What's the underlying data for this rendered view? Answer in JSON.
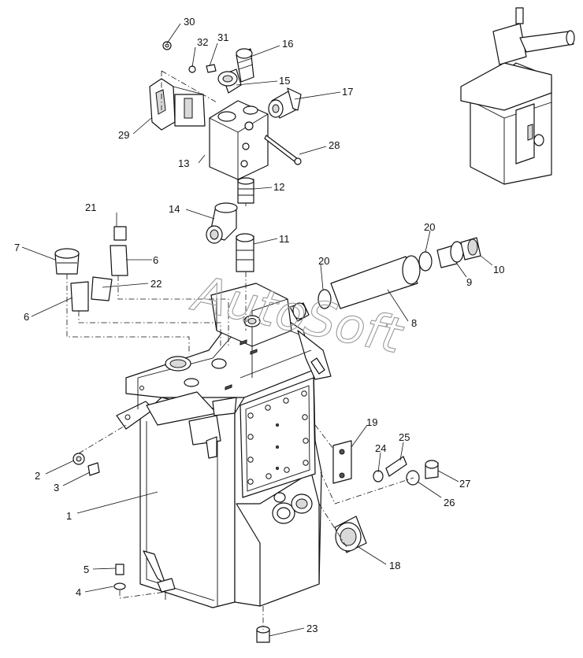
{
  "watermark": "AutoSoft",
  "callouts": [
    {
      "id": "c1",
      "text": "1"
    },
    {
      "id": "c2",
      "text": "2"
    },
    {
      "id": "c3",
      "text": "3"
    },
    {
      "id": "c4",
      "text": "4"
    },
    {
      "id": "c5",
      "text": "5"
    },
    {
      "id": "c6a",
      "text": "6"
    },
    {
      "id": "c6b",
      "text": "6"
    },
    {
      "id": "c7",
      "text": "7"
    },
    {
      "id": "c8",
      "text": "8"
    },
    {
      "id": "c9",
      "text": "9"
    },
    {
      "id": "c10",
      "text": "10"
    },
    {
      "id": "c11",
      "text": "11"
    },
    {
      "id": "c12",
      "text": "12"
    },
    {
      "id": "c13",
      "text": "13"
    },
    {
      "id": "c14",
      "text": "14"
    },
    {
      "id": "c15",
      "text": "15"
    },
    {
      "id": "c16",
      "text": "16"
    },
    {
      "id": "c17",
      "text": "17"
    },
    {
      "id": "c18",
      "text": "18"
    },
    {
      "id": "c19",
      "text": "19"
    },
    {
      "id": "c20a",
      "text": "20"
    },
    {
      "id": "c20b",
      "text": "20"
    },
    {
      "id": "c21",
      "text": "21"
    },
    {
      "id": "c22",
      "text": "22"
    },
    {
      "id": "c23",
      "text": "23"
    },
    {
      "id": "c24",
      "text": "24"
    },
    {
      "id": "c25",
      "text": "25"
    },
    {
      "id": "c26",
      "text": "26"
    },
    {
      "id": "c27",
      "text": "27"
    },
    {
      "id": "c28",
      "text": "28"
    },
    {
      "id": "c29",
      "text": "29"
    },
    {
      "id": "c30",
      "text": "30"
    },
    {
      "id": "c31",
      "text": "31"
    },
    {
      "id": "c32",
      "text": "32"
    }
  ]
}
